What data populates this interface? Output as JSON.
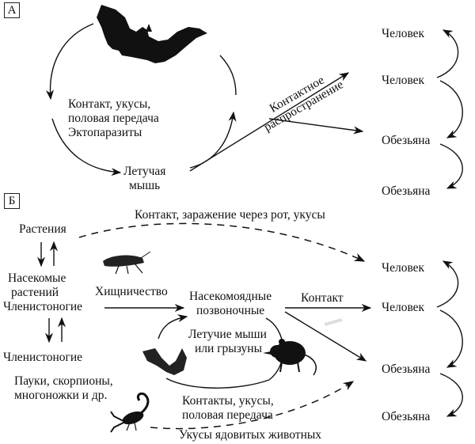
{
  "panel_a": {
    "letter": "А",
    "bat_label_line1": "Летучая",
    "bat_label_line2": "мышь",
    "transmission_line1": "Контакт, укусы,",
    "transmission_line2": "половая передача",
    "transmission_line3": "Эктопаразиты",
    "spread_line1": "Контактное",
    "spread_line2": "распространение",
    "hosts": [
      "Человек",
      "Человек",
      "Обезьяна",
      "Обезьяна"
    ]
  },
  "panel_b": {
    "letter": "Б",
    "top_route": "Контакт, заражение через рот, укусы",
    "plants": "Растения",
    "herbivore_line1": "Насекомые",
    "herbivore_line2": "растений",
    "arthropods": "Членистоногие",
    "arthropods2": "Членистоногие",
    "predation": "Хищничество",
    "insectivores_line1": "Насекомоядные",
    "insectivores_line2": "позвоночные",
    "contact": "Контакт",
    "bats_rodents_line1": "Летучие мыши",
    "bats_rodents_line2": "или грызуны",
    "venomous_line1": "Пауки, скорпионы,",
    "venomous_line2": "многоножки и др.",
    "bites_line1": "Контакты, укусы,",
    "bites_line2": "половая передача",
    "venom_bites": "Укусы ядовитых животных",
    "hosts": [
      "Человек",
      "Человек",
      "Обезьяна",
      "Обезьяна"
    ]
  }
}
